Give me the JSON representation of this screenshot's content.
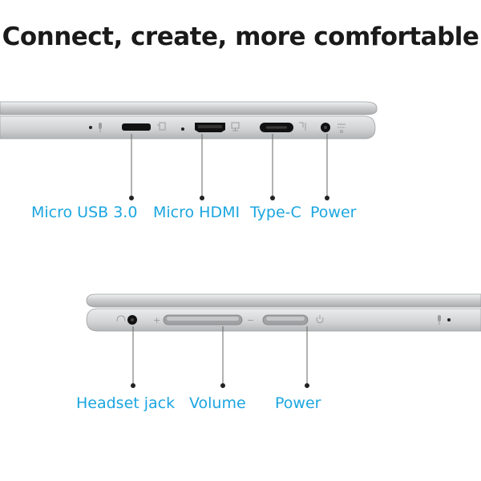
{
  "title": "Connect, create, more comfortable",
  "colors": {
    "accent": "#1ba6e0",
    "chassis": "#c9cbcd",
    "port": "#111111"
  },
  "top_view": {
    "ports": [
      {
        "id": "micro-usb",
        "label": "Micro USB 3.0",
        "icon": "usb-icon"
      },
      {
        "id": "micro-hdmi",
        "label": "Micro HDMI",
        "icon": "display-icon"
      },
      {
        "id": "type-c",
        "label": "Type-C",
        "icon": "usb-c-icon"
      },
      {
        "id": "power",
        "label": "Power",
        "icon": "power-jack-icon"
      }
    ]
  },
  "bottom_view": {
    "ports": [
      {
        "id": "headset",
        "label": "Headset jack",
        "icon": "headphone-icon"
      },
      {
        "id": "volume",
        "label": "Volume",
        "icon": "volume-icon",
        "plus": "+",
        "minus": "−"
      },
      {
        "id": "power-button",
        "label": "Power",
        "icon": "power-icon"
      }
    ]
  }
}
